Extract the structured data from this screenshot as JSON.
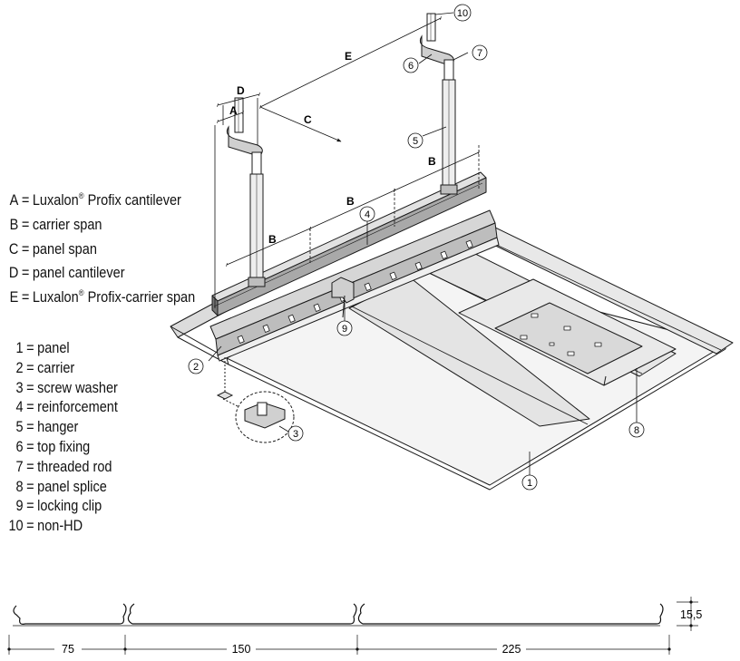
{
  "dimension_legend": [
    {
      "key": "A",
      "eq": "=",
      "text": "Luxalon",
      "reg": "®",
      "rest": " Profix cantilever"
    },
    {
      "key": "B",
      "eq": "=",
      "text": "carrier span",
      "reg": "",
      "rest": ""
    },
    {
      "key": "C",
      "eq": "=",
      "text": "panel span",
      "reg": "",
      "rest": ""
    },
    {
      "key": "D",
      "eq": "=",
      "text": "panel cantilever",
      "reg": "",
      "rest": ""
    },
    {
      "key": "E",
      "eq": "=",
      "text": "Luxalon",
      "reg": "®",
      "rest": " Profix-carrier span"
    }
  ],
  "parts_legend": [
    {
      "key": "1",
      "eq": "=",
      "text": "panel"
    },
    {
      "key": "2",
      "eq": "=",
      "text": "carrier"
    },
    {
      "key": "3",
      "eq": "=",
      "text": "screw washer"
    },
    {
      "key": "4",
      "eq": "=",
      "text": "reinforcement"
    },
    {
      "key": "5",
      "eq": "=",
      "text": "hanger"
    },
    {
      "key": "6",
      "eq": "=",
      "text": "top fixing"
    },
    {
      "key": "7",
      "eq": "=",
      "text": "threaded rod"
    },
    {
      "key": "8",
      "eq": "=",
      "text": "panel splice"
    },
    {
      "key": "9",
      "eq": "=",
      "text": "locking clip"
    },
    {
      "key": "10",
      "eq": "=",
      "text": "non-HD"
    }
  ],
  "dimension_letters": {
    "A": "A",
    "B": "B",
    "C": "C",
    "D": "D",
    "E": "E"
  },
  "callouts": {
    "c1": "1",
    "c2": "2",
    "c3": "3",
    "c4": "4",
    "c5": "5",
    "c6": "6",
    "c7": "7",
    "c8": "8",
    "c9": "9",
    "c10": "10"
  },
  "profile": {
    "w1": "75",
    "w2": "150",
    "w3": "225",
    "height": "15,5"
  },
  "colors": {
    "line": "#1a1a1a",
    "fill_light": "#ededed",
    "fill_mid": "#c8c8c8",
    "fill_dark": "#8a8a8a"
  }
}
